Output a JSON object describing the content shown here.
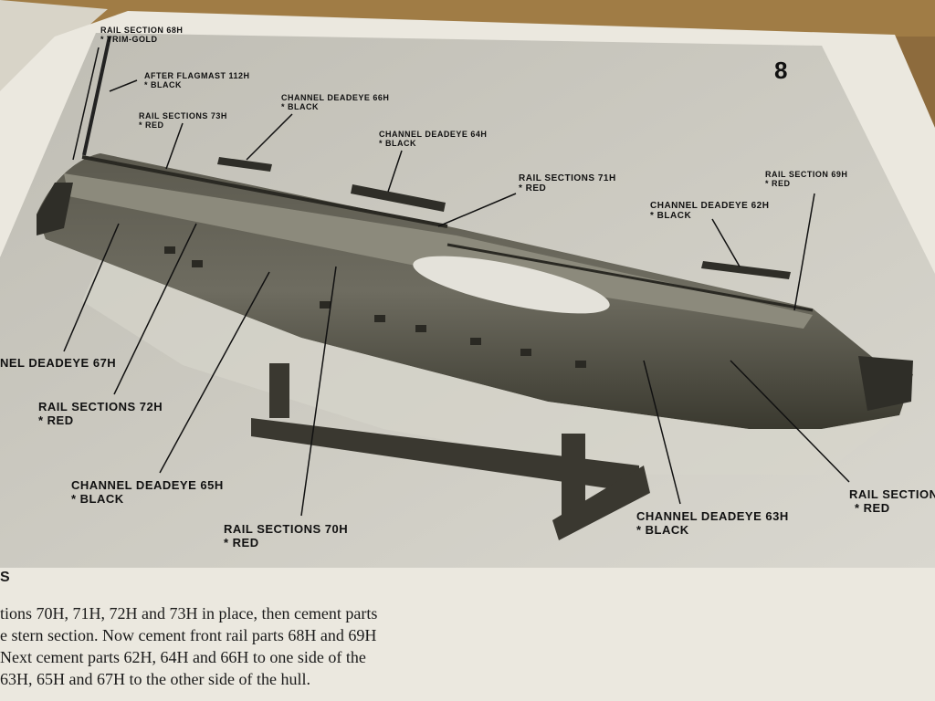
{
  "page_number": "8",
  "callouts": [
    {
      "id": "rail-section-68h",
      "lines": [
        "RAIL SECTION 68H",
        "* TRIM-GOLD"
      ]
    },
    {
      "id": "after-flagmast-112h",
      "lines": [
        "AFTER FLAGMAST 112H",
        "* BLACK"
      ]
    },
    {
      "id": "rail-sections-73h",
      "lines": [
        "RAIL SECTIONS 73H",
        "* RED"
      ]
    },
    {
      "id": "channel-deadeye-66h",
      "lines": [
        "CHANNEL DEADEYE 66H",
        "* BLACK"
      ]
    },
    {
      "id": "channel-deadeye-64h",
      "lines": [
        "CHANNEL DEADEYE 64H",
        "* BLACK"
      ]
    },
    {
      "id": "rail-sections-71h",
      "lines": [
        "RAIL SECTIONS 71H",
        "* RED"
      ]
    },
    {
      "id": "rail-section-69h",
      "lines": [
        "RAIL SECTION 69H",
        "* RED"
      ]
    },
    {
      "id": "channel-deadeye-62h",
      "lines": [
        "CHANNEL DEADEYE 62H",
        "* BLACK"
      ]
    },
    {
      "id": "channel-deadeye-67h",
      "lines": [
        "NEL DEADEYE 67H"
      ]
    },
    {
      "id": "rail-sections-72h",
      "lines": [
        "RAIL SECTIONS 72H",
        "* RED"
      ]
    },
    {
      "id": "channel-deadeye-65h",
      "lines": [
        "CHANNEL DEADEYE 65H",
        "* BLACK"
      ]
    },
    {
      "id": "rail-sections-70h",
      "lines": [
        "RAIL SECTIONS 70H",
        "* RED"
      ]
    },
    {
      "id": "channel-deadeye-63h",
      "lines": [
        "CHANNEL DEADEYE 63H",
        "* BLACK"
      ]
    },
    {
      "id": "rail-section-cut",
      "lines": [
        "RAIL SECTION",
        "* RED"
      ]
    }
  ],
  "instructions": {
    "heading": "S",
    "lines": [
      "tions 70H, 71H, 72H and 73H in place, then cement parts",
      "e stern section. Now cement front rail parts 68H and 69H",
      "Next cement parts 62H, 64H and 66H to one side of the",
      "63H, 65H and 67H to the other side of the hull."
    ]
  },
  "colors": {
    "table_wood": "#8a6a3c",
    "paper": "#e9e6dd",
    "photo_bg": "#c9c8c0",
    "hull_dark": "#3b3a33",
    "ink": "#111111"
  }
}
